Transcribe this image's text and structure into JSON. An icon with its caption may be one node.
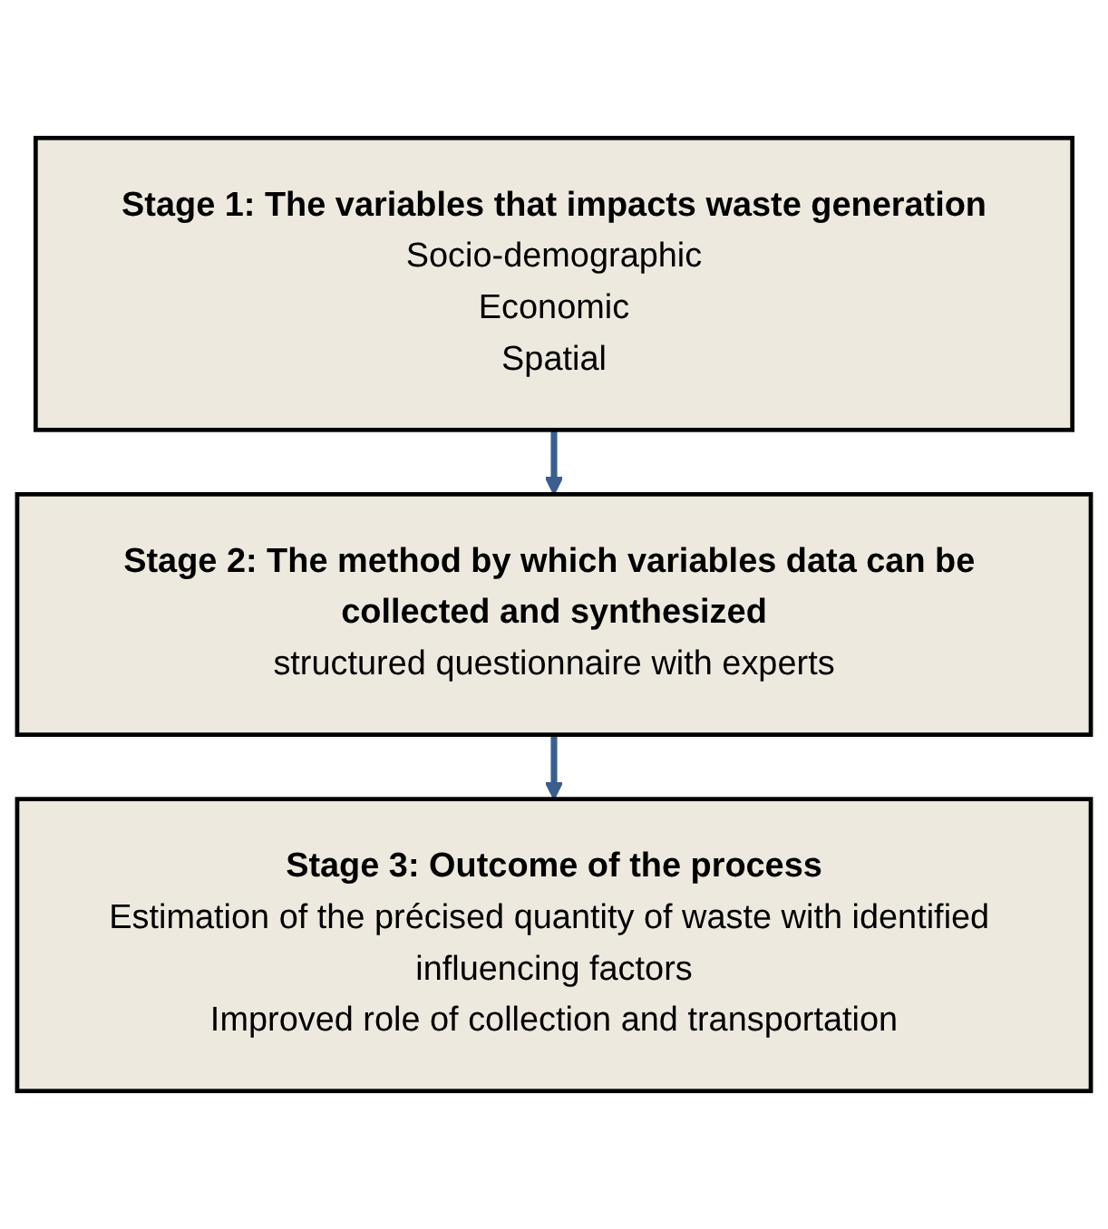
{
  "diagram": {
    "nodes": [
      {
        "text": [
          "Stage 1: The variables that impacts waste generation",
          "Socio-demographic",
          "Economic",
          "Spatial"
        ]
      },
      {
        "text": [
          "Stage 2: The method by which variables data can be collected and synthesized",
          "structured questionnaire with experts"
        ]
      },
      {
        "text": [
          "Stage 3: Outcome of the process",
          "Estimation of the précised quantity of waste with identified influencing factors",
          "Improved role of collection and transportation"
        ]
      }
    ],
    "edges": [
      {
        "from": 0,
        "to": 1,
        "arrow": "to"
      },
      {
        "from": 1,
        "to": 2,
        "arrow": "to"
      }
    ]
  }
}
